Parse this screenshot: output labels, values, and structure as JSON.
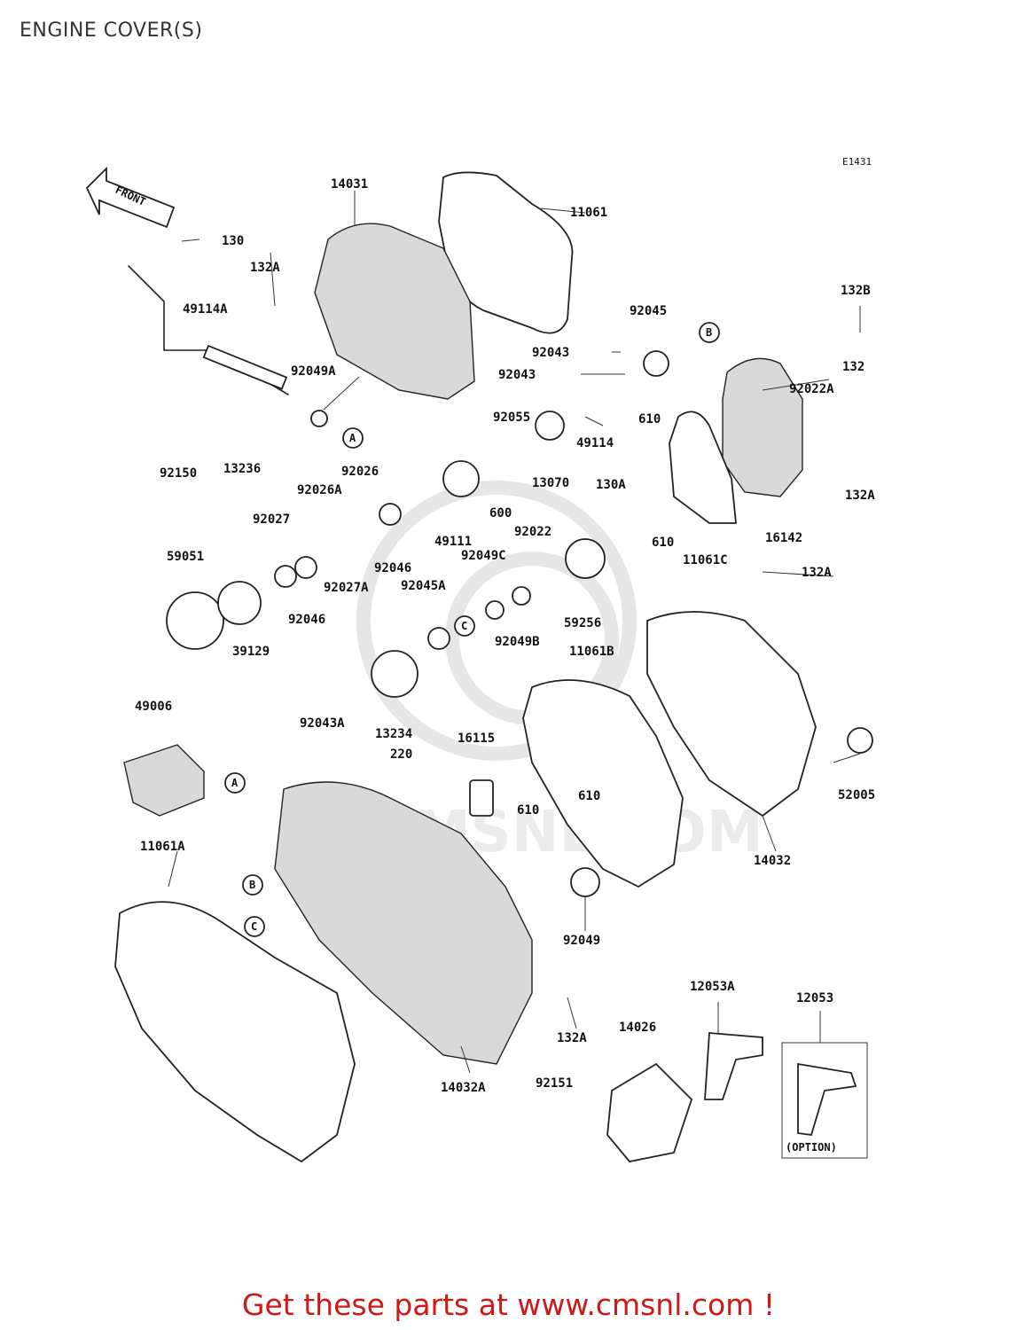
{
  "title": "ENGINE COVER(S)",
  "diagram_code": "E1431",
  "front_label": "FRONT",
  "option_label": "(OPTION)",
  "watermark": "CMSNL.COM",
  "cta": "Get these parts at www.cmsnl.com !",
  "callouts": [
    "A",
    "B",
    "C"
  ],
  "parts": [
    "14031",
    "11061",
    "130",
    "132A",
    "49114A",
    "92049A",
    "92150",
    "13236",
    "92045",
    "92043",
    "92043",
    "92055",
    "49114",
    "13070",
    "132B",
    "132",
    "92022A",
    "610",
    "132A",
    "16142",
    "11061C",
    "610",
    "92026A",
    "92026",
    "92027",
    "92046",
    "49111",
    "600",
    "130A",
    "92022",
    "59051",
    "92046",
    "92027A",
    "92049C",
    "92045A",
    "59256",
    "92049B",
    "39129",
    "132A",
    "11061B",
    "13234",
    "49006",
    "92043A",
    "220",
    "16115",
    "610",
    "52005",
    "14032",
    "610",
    "11061A",
    "92049",
    "12053A",
    "12053",
    "132A",
    "14026",
    "92151",
    "14032A"
  ]
}
